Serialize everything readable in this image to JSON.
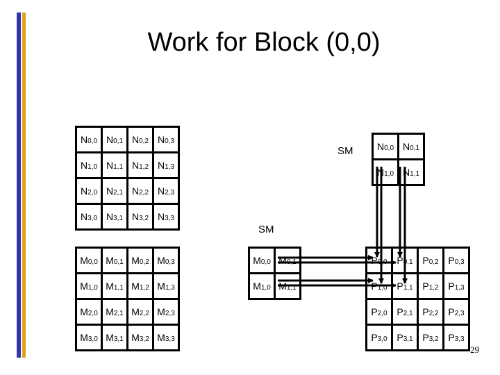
{
  "title": "Work for Block (0,0)",
  "page_number": "29",
  "sm_label_top": "SM",
  "sm_label_mid": "SM",
  "colors": {
    "left_bar": "#3333aa",
    "right_bar": "#e0a020",
    "lines": "#000000"
  },
  "matrix_n": [
    [
      [
        "N",
        "0,0"
      ],
      [
        "N",
        "0,1"
      ],
      [
        "N",
        "0,2"
      ],
      [
        "N",
        "0,3"
      ]
    ],
    [
      [
        "N",
        "1,0"
      ],
      [
        "N",
        "1,1"
      ],
      [
        "N",
        "1,2"
      ],
      [
        "N",
        "1,3"
      ]
    ],
    [
      [
        "N",
        "2,0"
      ],
      [
        "N",
        "2,1"
      ],
      [
        "N",
        "2,2"
      ],
      [
        "N",
        "2,3"
      ]
    ],
    [
      [
        "N",
        "3,0"
      ],
      [
        "N",
        "3,1"
      ],
      [
        "N",
        "3,2"
      ],
      [
        "N",
        "3,3"
      ]
    ]
  ],
  "matrix_m": [
    [
      [
        "M",
        "0,0"
      ],
      [
        "M",
        "0,1"
      ],
      [
        "M",
        "0,2"
      ],
      [
        "M",
        "0,3"
      ]
    ],
    [
      [
        "M",
        "1,0"
      ],
      [
        "M",
        "1,1"
      ],
      [
        "M",
        "1,2"
      ],
      [
        "M",
        "1,3"
      ]
    ],
    [
      [
        "M",
        "2,0"
      ],
      [
        "M",
        "2,1"
      ],
      [
        "M",
        "2,2"
      ],
      [
        "M",
        "2,3"
      ]
    ],
    [
      [
        "M",
        "3,0"
      ],
      [
        "M",
        "3,1"
      ],
      [
        "M",
        "3,2"
      ],
      [
        "M",
        "3,3"
      ]
    ]
  ],
  "matrix_p": [
    [
      [
        "P",
        "0,0"
      ],
      [
        "P",
        "0,1"
      ],
      [
        "P",
        "0,2"
      ],
      [
        "P",
        "0,3"
      ]
    ],
    [
      [
        "P",
        "1,0"
      ],
      [
        "P",
        "1,1"
      ],
      [
        "P",
        "1,2"
      ],
      [
        "P",
        "1,3"
      ]
    ],
    [
      [
        "P",
        "2,0"
      ],
      [
        "P",
        "2,1"
      ],
      [
        "P",
        "2,2"
      ],
      [
        "P",
        "2,3"
      ]
    ],
    [
      [
        "P",
        "3,0"
      ],
      [
        "P",
        "3,1"
      ],
      [
        "P",
        "3,2"
      ],
      [
        "P",
        "3,3"
      ]
    ]
  ],
  "sm_n": [
    [
      [
        "N",
        "0,0"
      ],
      [
        "N",
        "0,1"
      ]
    ],
    [
      [
        "N",
        "1,0"
      ],
      [
        "N",
        "1,1"
      ]
    ]
  ],
  "sm_m": [
    [
      [
        "M",
        "0,0"
      ],
      [
        "M",
        "0,1"
      ]
    ],
    [
      [
        "M",
        "1,0"
      ],
      [
        "M",
        "1,1"
      ]
    ]
  ]
}
